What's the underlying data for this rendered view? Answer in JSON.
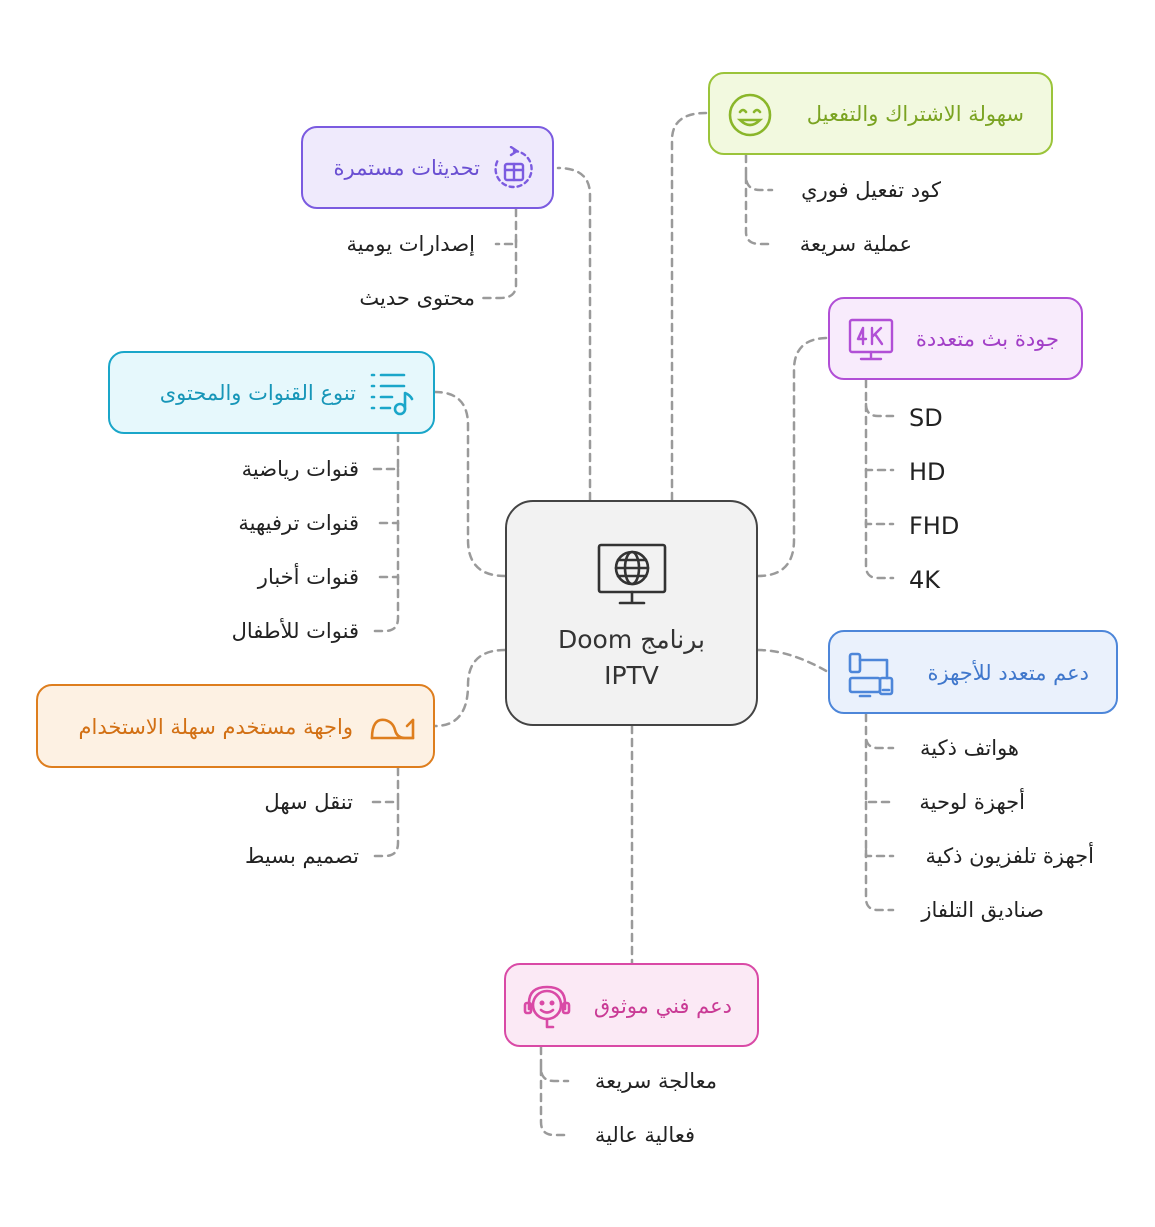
{
  "center": {
    "title_line1": "برنامج Doom",
    "title_line2": "IPTV"
  },
  "branches": {
    "subscription": {
      "title": "سهولة الاشتراك والتفعيل",
      "icon": "smile-icon",
      "color": "#8ab62a",
      "items": [
        "كود تفعيل فوري",
        "عملية سريعة"
      ]
    },
    "updates": {
      "title": "تحديثات مستمرة",
      "icon": "refresh-icon",
      "color": "#7b5be0",
      "items": [
        "إصدارات يومية",
        "محتوى حديث"
      ]
    },
    "quality": {
      "title": "جودة بث متعددة",
      "icon": "4k-icon",
      "color": "#b14fd6",
      "items": [
        "SD",
        "HD",
        "FHD",
        "4K"
      ]
    },
    "channels": {
      "title": "تنوع القنوات والمحتوى",
      "icon": "playlist-icon",
      "color": "#1aa6c9",
      "items": [
        "قنوات رياضية",
        "قنوات ترفيهية",
        "قنوات أخبار",
        "قنوات للأطفال"
      ]
    },
    "devices": {
      "title": "دعم متعدد للأجهزة",
      "icon": "devices-icon",
      "color": "#4d86d9",
      "items": [
        "هواتف ذكية",
        "أجهزة لوحية",
        "أجهزة تلفزيون ذكية",
        "صناديق التلفاز"
      ]
    },
    "interface": {
      "title": "واجهة مستخدم سهلة الاستخدام",
      "icon": "flow-arrow-icon",
      "color": "#de7e1e",
      "items": [
        "تنقل سهل",
        "تصميم بسيط"
      ]
    },
    "support": {
      "title": "دعم فني موثوق",
      "icon": "headset-icon",
      "color": "#d94aa6",
      "items": [
        "معالجة سريعة",
        "فعالية عالية"
      ]
    }
  }
}
